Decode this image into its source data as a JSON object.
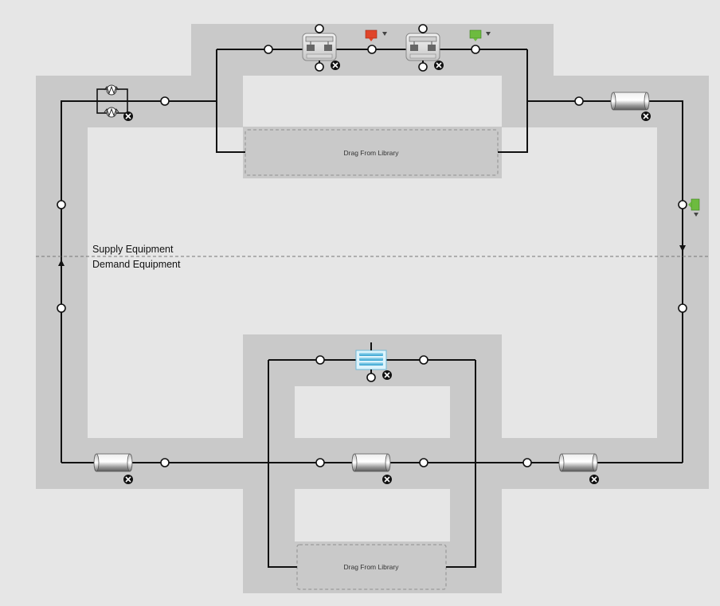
{
  "labels": {
    "supply": "Supply Equipment",
    "demand": "Demand Equipment"
  },
  "drop_zones": {
    "supply_branch": "Drag From Library",
    "demand_branch": "Drag From Library"
  },
  "colors": {
    "canvas": "#e6e6e6",
    "band": "#c9c9c9",
    "pipe": "#111111",
    "setpoint_manager": "#e0452a",
    "node_marker": "#6dbb3f",
    "coil": "#38a9d8"
  },
  "components": [
    {
      "name": "boiler-icon",
      "role": "heat-exchanger"
    },
    {
      "name": "chiller-icon",
      "role": "chiller-1"
    },
    {
      "name": "chiller-icon",
      "role": "chiller-2"
    },
    {
      "name": "pipe-icon",
      "role": "supply-outlet-pipe"
    },
    {
      "name": "pipe-icon",
      "role": "demand-inlet-pipe"
    },
    {
      "name": "pipe-icon",
      "role": "demand-bypass-pipe"
    },
    {
      "name": "pipe-icon",
      "role": "demand-outlet-pipe"
    },
    {
      "name": "cooling-coil-icon",
      "role": "demand-coil"
    }
  ],
  "markers": [
    {
      "name": "setpoint-manager-icon",
      "color": "red"
    },
    {
      "name": "node-sensor-icon",
      "color": "green"
    },
    {
      "name": "node-sensor-icon",
      "color": "green"
    }
  ]
}
